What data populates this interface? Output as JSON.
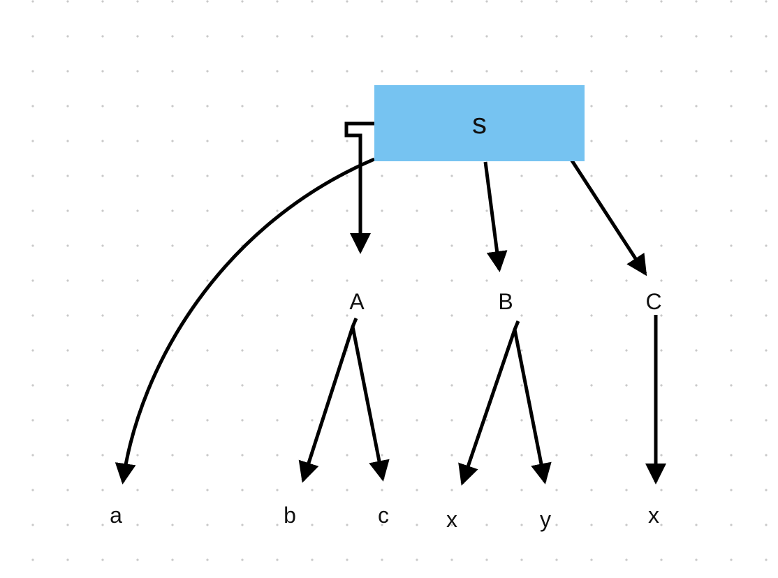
{
  "diagram": {
    "root": {
      "label": "s",
      "fill": "#76c3f1"
    },
    "level1": [
      {
        "id": "A",
        "label": "A"
      },
      {
        "id": "B",
        "label": "B"
      },
      {
        "id": "C",
        "label": "C"
      }
    ],
    "leaves": [
      {
        "id": "a",
        "label": "a"
      },
      {
        "id": "b",
        "label": "b"
      },
      {
        "id": "c",
        "label": "c"
      },
      {
        "id": "x1",
        "label": "x"
      },
      {
        "id": "y",
        "label": "y"
      },
      {
        "id": "x2",
        "label": "x"
      }
    ],
    "edges": [
      {
        "from": "s",
        "to": "a"
      },
      {
        "from": "s",
        "to": "A"
      },
      {
        "from": "s",
        "to": "B"
      },
      {
        "from": "s",
        "to": "C"
      },
      {
        "from": "A",
        "to": "b"
      },
      {
        "from": "A",
        "to": "c"
      },
      {
        "from": "B",
        "to": "x1"
      },
      {
        "from": "B",
        "to": "y"
      },
      {
        "from": "C",
        "to": "x2"
      }
    ],
    "edge_color": "#000000",
    "background": "dot-grid"
  }
}
